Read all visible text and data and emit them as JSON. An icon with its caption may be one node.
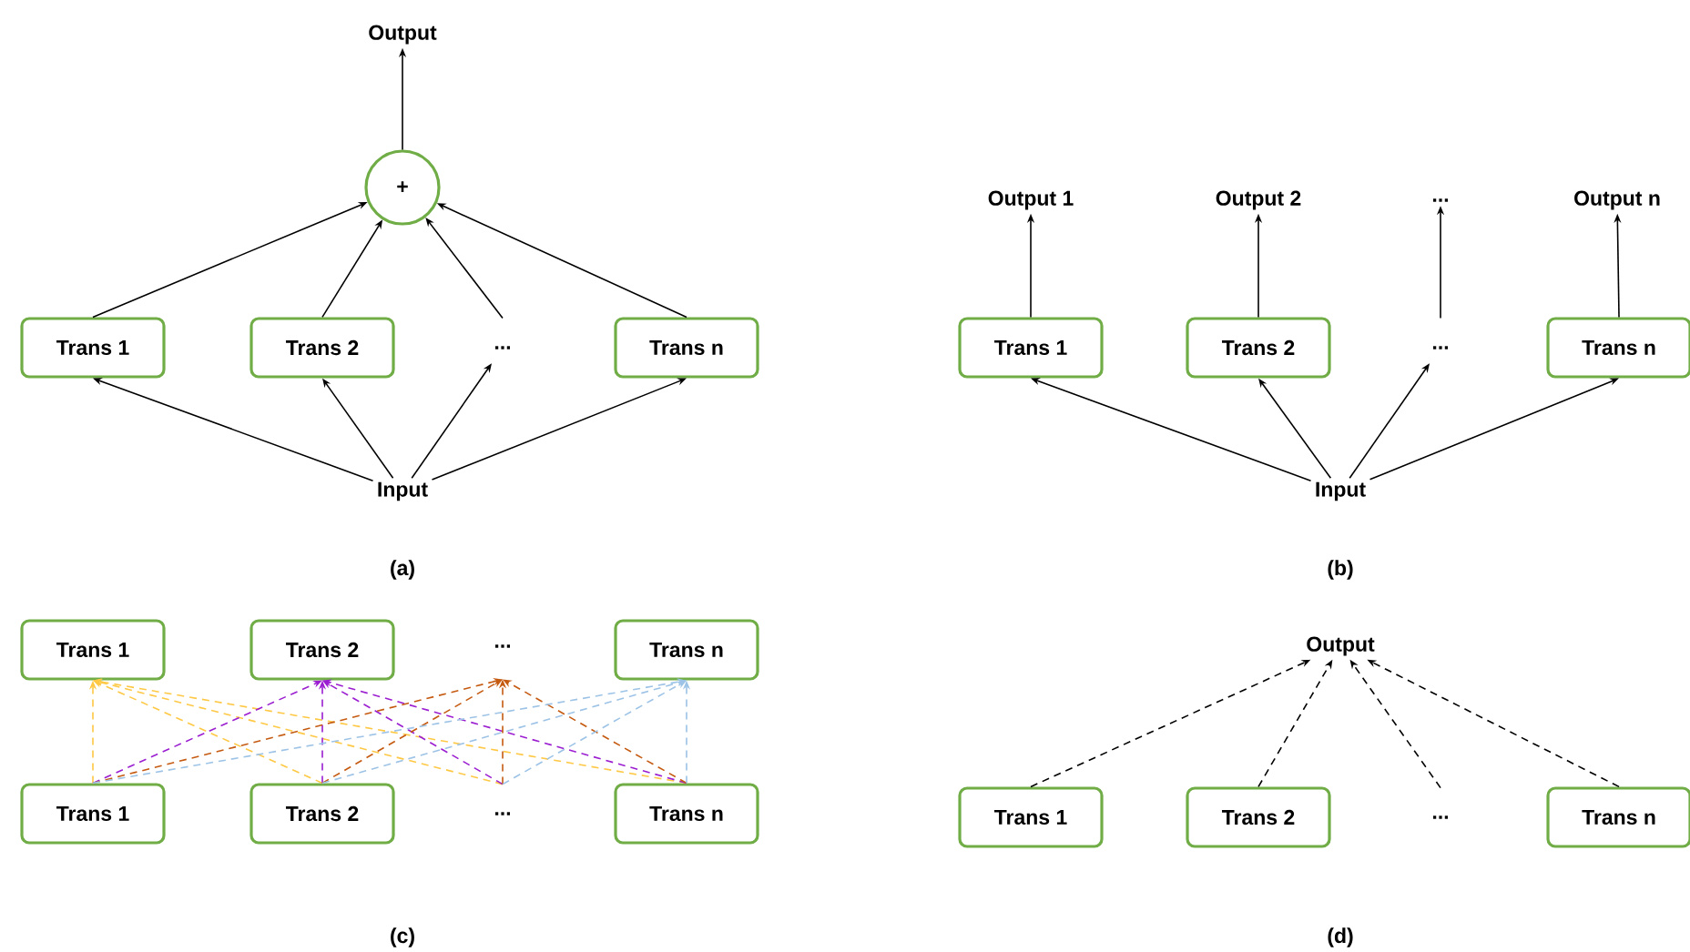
{
  "diagram": {
    "nodes": [
      {
        "text": [
          "Output"
        ]
      },
      {
        "text": [
          "+"
        ]
      },
      {
        "text": [
          "Trans 1"
        ]
      },
      {
        "text": [
          "Trans 2"
        ]
      },
      {
        "text": [
          "..."
        ]
      },
      {
        "text": [
          "Trans n"
        ]
      },
      {
        "text": [
          "Input"
        ]
      },
      {
        "text": [
          "Output 1"
        ]
      },
      {
        "text": [
          "Output 2"
        ]
      },
      {
        "text": [
          "..."
        ]
      },
      {
        "text": [
          "Output n"
        ]
      },
      {
        "text": [
          "Trans 1"
        ]
      },
      {
        "text": [
          "Trans 2"
        ]
      },
      {
        "text": [
          "..."
        ]
      },
      {
        "text": [
          "Trans n"
        ]
      },
      {
        "text": [
          "Input"
        ]
      },
      {
        "text": [
          "Trans 1"
        ]
      },
      {
        "text": [
          "Trans 2"
        ]
      },
      {
        "text": [
          "..."
        ]
      },
      {
        "text": [
          "Trans n"
        ]
      },
      {
        "text": [
          "Trans 1"
        ]
      },
      {
        "text": [
          "Trans 2"
        ]
      },
      {
        "text": [
          "..."
        ]
      },
      {
        "text": [
          "Trans n"
        ]
      },
      {
        "text": [
          "Output"
        ]
      },
      {
        "text": [
          "Trans 1"
        ]
      },
      {
        "text": [
          "Trans 2"
        ]
      },
      {
        "text": [
          "..."
        ]
      },
      {
        "text": [
          "Trans n"
        ]
      }
    ],
    "edges": [
      {
        "from": 1,
        "to": 0,
        "arrow": "to"
      },
      {
        "from": 2,
        "to": 1,
        "arrow": "to"
      },
      {
        "from": 3,
        "to": 1,
        "arrow": "to"
      },
      {
        "from": 4,
        "to": 1,
        "arrow": "to"
      },
      {
        "from": 5,
        "to": 1,
        "arrow": "to"
      },
      {
        "from": 6,
        "to": 2,
        "arrow": "to"
      },
      {
        "from": 6,
        "to": 3,
        "arrow": "to"
      },
      {
        "from": 6,
        "to": 4,
        "arrow": "to"
      },
      {
        "from": 6,
        "to": 5,
        "arrow": "to"
      },
      {
        "from": 11,
        "to": 7,
        "arrow": "to"
      },
      {
        "from": 12,
        "to": 8,
        "arrow": "to"
      },
      {
        "from": 13,
        "to": 9,
        "arrow": "to"
      },
      {
        "from": 14,
        "to": 10,
        "arrow": "to"
      },
      {
        "from": 15,
        "to": 11,
        "arrow": "to"
      },
      {
        "from": 15,
        "to": 12,
        "arrow": "to"
      },
      {
        "from": 15,
        "to": 13,
        "arrow": "to"
      },
      {
        "from": 15,
        "to": 14,
        "arrow": "to"
      },
      {
        "from": 20,
        "to": 16,
        "arrow": "to",
        "style": "dashed",
        "color": "#ffc845"
      },
      {
        "from": 21,
        "to": 16,
        "arrow": "to",
        "style": "dashed",
        "color": "#ffc845"
      },
      {
        "from": 22,
        "to": 16,
        "arrow": "to",
        "style": "dashed",
        "color": "#ffc845"
      },
      {
        "from": 23,
        "to": 16,
        "arrow": "to",
        "style": "dashed",
        "color": "#ffc845"
      },
      {
        "from": 20,
        "to": 17,
        "arrow": "to",
        "style": "dashed",
        "color": "#9b1fd0"
      },
      {
        "from": 21,
        "to": 17,
        "arrow": "to",
        "style": "dashed",
        "color": "#9b1fd0"
      },
      {
        "from": 22,
        "to": 17,
        "arrow": "to",
        "style": "dashed",
        "color": "#9b1fd0"
      },
      {
        "from": 23,
        "to": 17,
        "arrow": "to",
        "style": "dashed",
        "color": "#9b1fd0"
      },
      {
        "from": 20,
        "to": 18,
        "arrow": "to",
        "style": "dashed",
        "color": "#c55a11"
      },
      {
        "from": 21,
        "to": 18,
        "arrow": "to",
        "style": "dashed",
        "color": "#c55a11"
      },
      {
        "from": 22,
        "to": 18,
        "arrow": "to",
        "style": "dashed",
        "color": "#c55a11"
      },
      {
        "from": 23,
        "to": 18,
        "arrow": "to",
        "style": "dashed",
        "color": "#c55a11"
      },
      {
        "from": 20,
        "to": 19,
        "arrow": "to",
        "style": "dashed",
        "color": "#9dc3e6"
      },
      {
        "from": 21,
        "to": 19,
        "arrow": "to",
        "style": "dashed",
        "color": "#9dc3e6"
      },
      {
        "from": 22,
        "to": 19,
        "arrow": "to",
        "style": "dashed",
        "color": "#9dc3e6"
      },
      {
        "from": 23,
        "to": 19,
        "arrow": "to",
        "style": "dashed",
        "color": "#9dc3e6"
      },
      {
        "from": 25,
        "to": 24,
        "arrow": "to",
        "style": "dashed"
      },
      {
        "from": 26,
        "to": 24,
        "arrow": "to",
        "style": "dashed"
      },
      {
        "from": 27,
        "to": 24,
        "arrow": "to",
        "style": "dashed"
      },
      {
        "from": 28,
        "to": 24,
        "arrow": "to",
        "style": "dashed"
      }
    ],
    "labels": [
      "(a)",
      "(b)",
      "(c)",
      "(d)"
    ]
  }
}
